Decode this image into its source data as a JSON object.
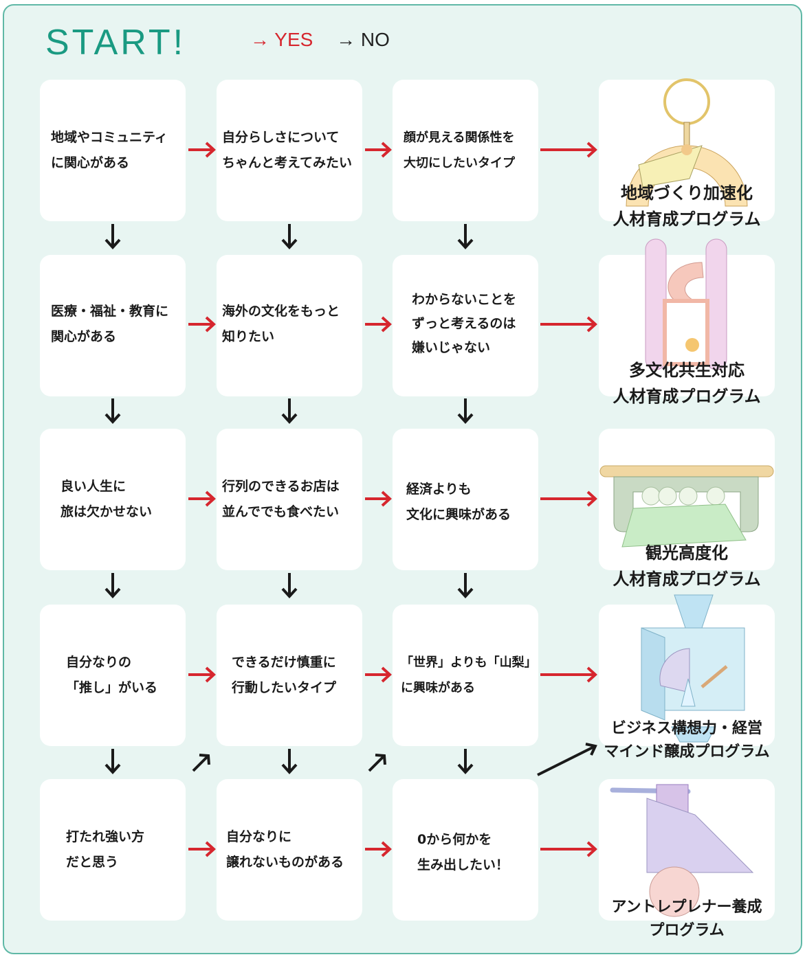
{
  "header": {
    "start": "START!",
    "legend_yes": "→ YES",
    "legend_no": "→ NO"
  },
  "colors": {
    "yes_arrow": "#d6262e",
    "no_arrow": "#1a1a1a",
    "accent": "#1a9a82",
    "background": "#e8f5f2"
  },
  "rows": [
    {
      "q": [
        [
          "地域やコミュニティ",
          "に関心がある"
        ],
        [
          "自分らしさについて",
          "ちゃんと考えてみたい"
        ],
        [
          "顔が見える関係性を",
          "大切にしたいタイプ"
        ]
      ],
      "result": [
        "地域づくり加速化",
        "人材育成プログラム"
      ]
    },
    {
      "q": [
        [
          "医療・福祉・教育に",
          "関心がある"
        ],
        [
          "海外の文化をもっと",
          "知りたい"
        ],
        [
          "わからないことを",
          "ずっと考えるのは",
          "嫌いじゃない"
        ]
      ],
      "result": [
        "多文化共生対応",
        "人材育成プログラム"
      ]
    },
    {
      "q": [
        [
          "良い人生に",
          "旅は欠かせない"
        ],
        [
          "行列のできるお店は",
          "並んででも食べたい"
        ],
        [
          "経済よりも",
          "文化に興味がある"
        ]
      ],
      "result": [
        "観光高度化",
        "人材育成プログラム"
      ]
    },
    {
      "q": [
        [
          "自分なりの",
          "「推し」がいる"
        ],
        [
          "できるだけ慎重に",
          "行動したいタイプ"
        ],
        [
          "「世界」よりも「山梨」",
          "に興味がある"
        ]
      ],
      "result": [
        "ビジネス構想力・経営",
        "マインド醸成プログラム"
      ]
    },
    {
      "q": [
        [
          "打たれ強い方",
          "だと思う"
        ],
        [
          "自分なりに",
          "譲れないものがある"
        ],
        [
          "0から何かを",
          "生み出したい！"
        ]
      ],
      "result": [
        "アントレプレナー養成",
        "プログラム"
      ]
    }
  ]
}
